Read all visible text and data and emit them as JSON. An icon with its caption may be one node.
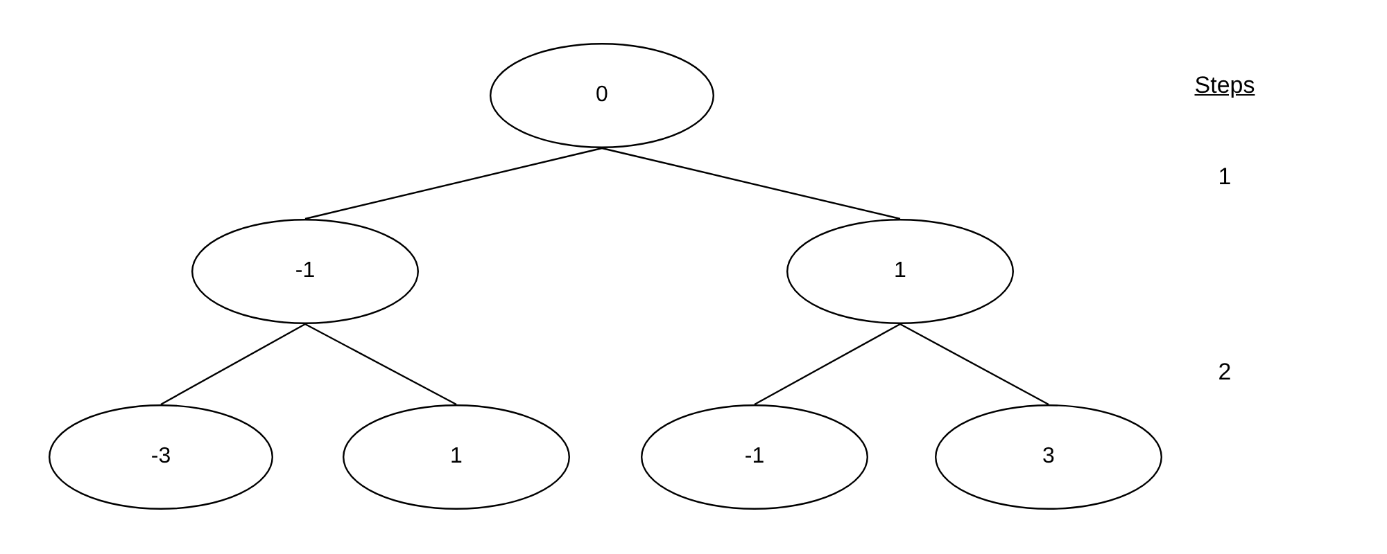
{
  "diagram": {
    "nodes": [
      {
        "text": [
          "0"
        ]
      },
      {
        "text": [
          "-1"
        ]
      },
      {
        "text": [
          "1"
        ]
      },
      {
        "text": [
          "-3"
        ]
      },
      {
        "text": [
          "1"
        ]
      },
      {
        "text": [
          "-1"
        ]
      },
      {
        "text": [
          "3"
        ]
      }
    ],
    "edges": [
      {
        "from": 0,
        "to": 1,
        "arrow": "none"
      },
      {
        "from": 0,
        "to": 2,
        "arrow": "none"
      },
      {
        "from": 1,
        "to": 3,
        "arrow": "none"
      },
      {
        "from": 1,
        "to": 4,
        "arrow": "none"
      },
      {
        "from": 2,
        "to": 5,
        "arrow": "none"
      },
      {
        "from": 2,
        "to": 6,
        "arrow": "none"
      }
    ],
    "labels": [
      "Steps",
      "1",
      "2"
    ]
  }
}
